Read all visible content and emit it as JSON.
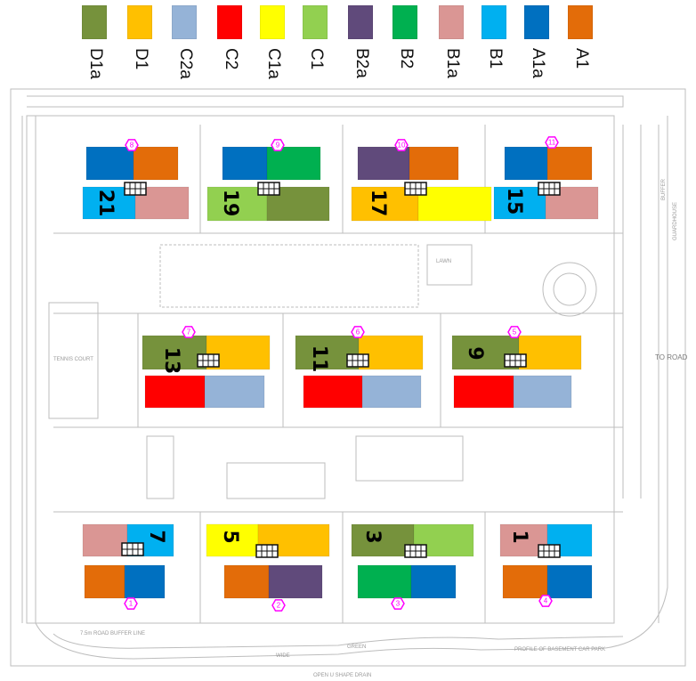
{
  "legend": [
    {
      "label": "D1a",
      "color": "#76923c"
    },
    {
      "label": "D1",
      "color": "#ffc000"
    },
    {
      "label": "C2a",
      "color": "#95b3d7"
    },
    {
      "label": "C2",
      "color": "#ff0000"
    },
    {
      "label": "C1a",
      "color": "#ffff00"
    },
    {
      "label": "C1",
      "color": "#92d050"
    },
    {
      "label": "B2a",
      "color": "#604a7b"
    },
    {
      "label": "B2",
      "color": "#00b050"
    },
    {
      "label": "B1a",
      "color": "#da9694"
    },
    {
      "label": "B1",
      "color": "#00b0f0"
    },
    {
      "label": "A1a",
      "color": "#0070c0"
    },
    {
      "label": "A1",
      "color": "#e36c09"
    }
  ],
  "marker_color": "#ff00ff",
  "blocks": [
    {
      "number": "21",
      "marker": "8",
      "units": [
        "A1a",
        "A1",
        "B1",
        "B1a"
      ]
    },
    {
      "number": "19",
      "marker": "9",
      "units": [
        "A1a",
        "B2",
        "C1",
        "D1a"
      ]
    },
    {
      "number": "17",
      "marker": "10",
      "units": [
        "B2a",
        "A1",
        "D1",
        "C1a"
      ]
    },
    {
      "number": "15",
      "marker": "11",
      "units": [
        "A1a",
        "A1",
        "B1",
        "B1a"
      ]
    },
    {
      "number": "13",
      "marker": "7",
      "units": [
        "D1a",
        "D1",
        "C2",
        "C2a"
      ]
    },
    {
      "number": "11",
      "marker": "6",
      "units": [
        "D1a",
        "D1",
        "C2",
        "C2a"
      ]
    },
    {
      "number": "9",
      "marker": "5",
      "units": [
        "D1a",
        "D1",
        "C2",
        "C2a"
      ]
    },
    {
      "number": "7",
      "marker": "1",
      "units": [
        "B1a",
        "B1",
        "A1",
        "A1a"
      ]
    },
    {
      "number": "5",
      "marker": "2",
      "units": [
        "C1a",
        "D1",
        "A1",
        "B2a"
      ]
    },
    {
      "number": "3",
      "marker": "3",
      "units": [
        "D1a",
        "C1",
        "B2",
        "A1a"
      ]
    },
    {
      "number": "1",
      "marker": "4",
      "units": [
        "B1a",
        "B1",
        "A1",
        "A1a"
      ]
    }
  ],
  "plan_labels": {
    "tennis": "TENNIS COURT",
    "lawn": "LAWN",
    "guardhouse": "GUARDHOUSE",
    "buffer": "BUFFER",
    "to_road": "TO ROAD",
    "green": "GREEN",
    "wide": "WIDE",
    "drain": "OPEN U SHAPE DRAIN",
    "basement": "PROFILE OF BASEMENT CAR PARK",
    "road_buffer": "7.5m ROAD BUFFER LINE"
  }
}
